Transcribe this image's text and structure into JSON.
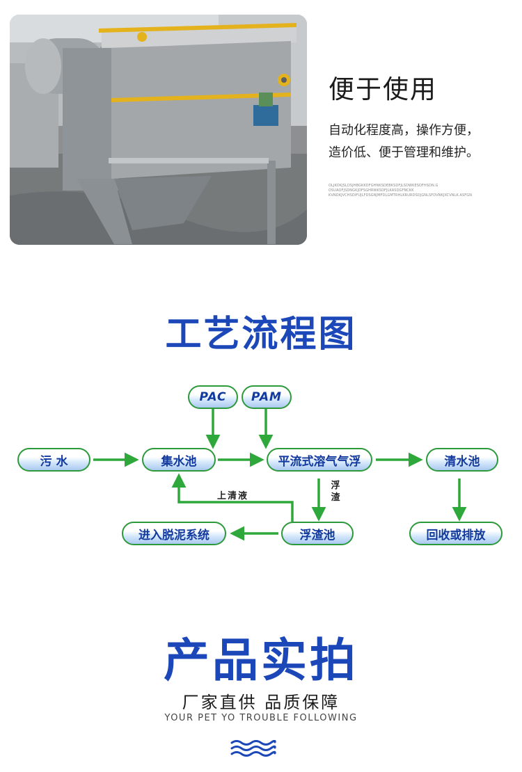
{
  "feature": {
    "title": "便于使用",
    "desc_line1": "自动化程度高，操作方便，",
    "desc_line2": "造价低、便于管理和维护。",
    "fine_line1": "OLJKDKJSLDSJHBGKKDFGHNKSDEBKSDFJLSDWKESDFHSDN.G",
    "fine_line2": "OSUAOFJSDNGKJDFSGHRWKSDFJLKASDGFNCKK",
    "fine_line3": "KVNDKJVCHSDIFUJLFDSGNJMFDLGMTRHLKRURDSDJGNLSFDVNKJXCVNLK.ASFGN"
  },
  "process": {
    "title": "工艺流程图",
    "nodes": {
      "pac": "PAC",
      "pam": "PAM",
      "wastewater": "污 水",
      "collection_tank": "集水池",
      "flotation": "平流式溶气气浮",
      "clear_water_tank": "清水池",
      "scum_tank": "浮渣池",
      "sludge_system": "进入脱泥系统",
      "recycle": "回收或排放"
    },
    "labels": {
      "supernatant": "上清液",
      "scum": "浮渣"
    },
    "colors": {
      "arrow": "#2ea83a",
      "node_text": "#123a9e",
      "title": "#1c47b8"
    }
  },
  "photos": {
    "title": "产品实拍",
    "slogan": "厂家直供 品质保障",
    "slogan_en": "YOUR PET YO TROUBLE FOLLOWING"
  }
}
